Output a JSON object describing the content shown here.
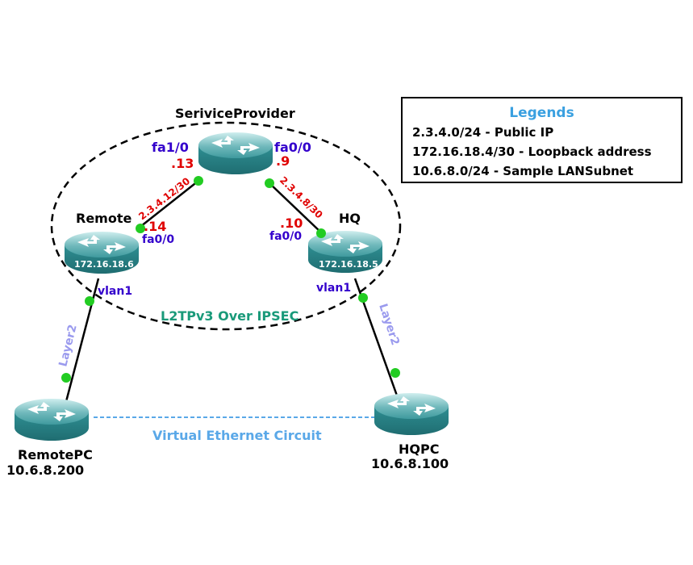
{
  "legend": {
    "title": "Legends",
    "items": [
      "2.3.4.0/24 - Public IP",
      "172.16.18.4/30 - Loopback address",
      "10.6.8.0/24 - Sample LANSubnet"
    ]
  },
  "routers": {
    "service_provider": {
      "name": "SeriviceProvider"
    },
    "remote": {
      "name": "Remote",
      "loopback": "172.16.18.6"
    },
    "hq": {
      "name": "HQ",
      "loopback": "172.16.18.5"
    },
    "remote_pc": {
      "name": "RemotePC",
      "ip": "10.6.8.200"
    },
    "hq_pc": {
      "name": "HQPC",
      "ip": "10.6.8.100"
    }
  },
  "interfaces": {
    "sp_fa10": "fa1/0",
    "sp_fa00": "fa0/0",
    "sp_left_host": ".13",
    "sp_right_host": ".9",
    "remote_fa00": "fa0/0",
    "remote_host": ".14",
    "hq_fa00": "fa0/0",
    "hq_host": ".10",
    "remote_vlan": "vlan1",
    "hq_vlan": "vlan1"
  },
  "links": {
    "left_subnet": "2.3.4.12/30",
    "right_subnet": "2.3.4.8/30",
    "left_layer": "Layer2",
    "right_layer": "Layer2",
    "tunnel": "L2TPv3 Over IPSEC",
    "virtual_circuit": "Virtual Ethernet Circuit"
  },
  "colors": {
    "interface": "#3300cc",
    "host_octet": "#e00000",
    "subnet": "#e00000",
    "tunnel": "#1a9a7a",
    "layer": "#9a9aee",
    "virtual": "#5aa8e8",
    "router_body": "#2e8a8e",
    "link_dot": "#22cc22"
  }
}
